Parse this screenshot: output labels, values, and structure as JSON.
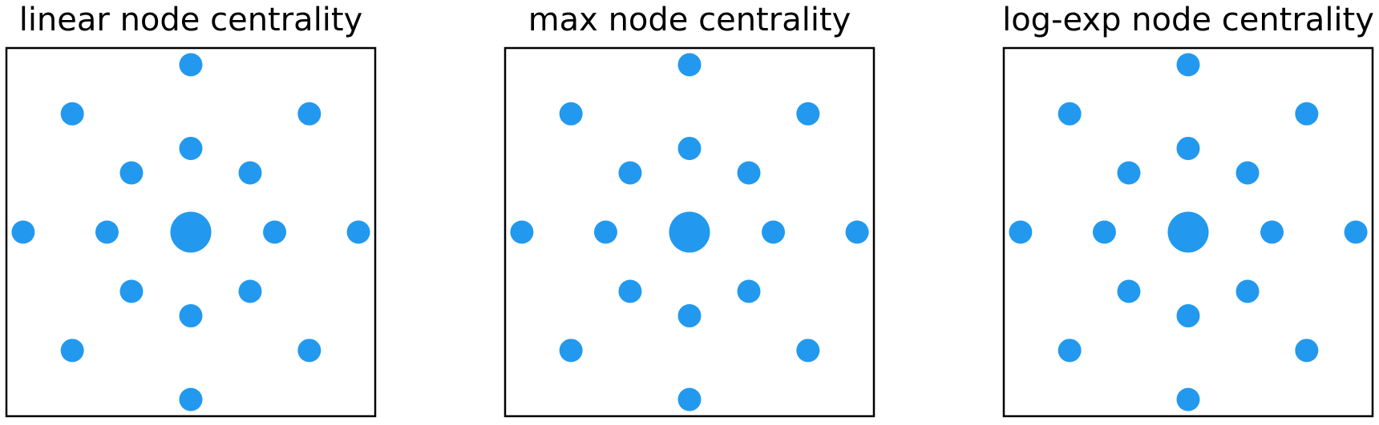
{
  "chart_data": [
    {
      "type": "scatter",
      "title": "linear node centrality",
      "xlim": [
        -1.1,
        1.1
      ],
      "ylim": [
        -1.1,
        1.1
      ],
      "grid": false,
      "color": "#2299ee",
      "nodes": [
        {
          "x": 0.0,
          "y": 0.0,
          "size": 3.1
        },
        {
          "x": 0.5,
          "y": 0.0,
          "size": 1
        },
        {
          "x": 0.354,
          "y": 0.354,
          "size": 1
        },
        {
          "x": 0.0,
          "y": 0.5,
          "size": 1
        },
        {
          "x": -0.354,
          "y": 0.354,
          "size": 1
        },
        {
          "x": -0.5,
          "y": 0.0,
          "size": 1
        },
        {
          "x": -0.354,
          "y": -0.354,
          "size": 1
        },
        {
          "x": 0.0,
          "y": -0.5,
          "size": 1
        },
        {
          "x": 0.354,
          "y": -0.354,
          "size": 1
        },
        {
          "x": 1.0,
          "y": 0.0,
          "size": 1
        },
        {
          "x": 0.707,
          "y": 0.707,
          "size": 1
        },
        {
          "x": 0.0,
          "y": 1.0,
          "size": 1
        },
        {
          "x": -0.707,
          "y": 0.707,
          "size": 1
        },
        {
          "x": -1.0,
          "y": 0.0,
          "size": 1
        },
        {
          "x": -0.707,
          "y": -0.707,
          "size": 1
        },
        {
          "x": 0.0,
          "y": -1.0,
          "size": 1
        },
        {
          "x": 0.707,
          "y": -0.707,
          "size": 1
        }
      ]
    },
    {
      "type": "scatter",
      "title": "max node centrality",
      "xlim": [
        -1.1,
        1.1
      ],
      "ylim": [
        -1.1,
        1.1
      ],
      "grid": false,
      "color": "#2299ee",
      "nodes": [
        {
          "x": 0.0,
          "y": 0.0,
          "size": 3.1
        },
        {
          "x": 0.5,
          "y": 0.0,
          "size": 1
        },
        {
          "x": 0.354,
          "y": 0.354,
          "size": 1
        },
        {
          "x": 0.0,
          "y": 0.5,
          "size": 1
        },
        {
          "x": -0.354,
          "y": 0.354,
          "size": 1
        },
        {
          "x": -0.5,
          "y": 0.0,
          "size": 1
        },
        {
          "x": -0.354,
          "y": -0.354,
          "size": 1
        },
        {
          "x": 0.0,
          "y": -0.5,
          "size": 1
        },
        {
          "x": 0.354,
          "y": -0.354,
          "size": 1
        },
        {
          "x": 1.0,
          "y": 0.0,
          "size": 1
        },
        {
          "x": 0.707,
          "y": 0.707,
          "size": 1
        },
        {
          "x": 0.0,
          "y": 1.0,
          "size": 1
        },
        {
          "x": -0.707,
          "y": 0.707,
          "size": 1
        },
        {
          "x": -1.0,
          "y": 0.0,
          "size": 1
        },
        {
          "x": -0.707,
          "y": -0.707,
          "size": 1
        },
        {
          "x": 0.0,
          "y": -1.0,
          "size": 1
        },
        {
          "x": 0.707,
          "y": -0.707,
          "size": 1
        }
      ]
    },
    {
      "type": "scatter",
      "title": "log-exp node centrality",
      "xlim": [
        -1.1,
        1.1
      ],
      "ylim": [
        -1.1,
        1.1
      ],
      "grid": false,
      "color": "#2299ee",
      "nodes": [
        {
          "x": 0.0,
          "y": 0.0,
          "size": 3.1
        },
        {
          "x": 0.5,
          "y": 0.0,
          "size": 1
        },
        {
          "x": 0.354,
          "y": 0.354,
          "size": 1
        },
        {
          "x": 0.0,
          "y": 0.5,
          "size": 1
        },
        {
          "x": -0.354,
          "y": 0.354,
          "size": 1
        },
        {
          "x": -0.5,
          "y": 0.0,
          "size": 1
        },
        {
          "x": -0.354,
          "y": -0.354,
          "size": 1
        },
        {
          "x": 0.0,
          "y": -0.5,
          "size": 1
        },
        {
          "x": 0.354,
          "y": -0.354,
          "size": 1
        },
        {
          "x": 1.0,
          "y": 0.0,
          "size": 1
        },
        {
          "x": 0.707,
          "y": 0.707,
          "size": 1
        },
        {
          "x": 0.0,
          "y": 1.0,
          "size": 1
        },
        {
          "x": -0.707,
          "y": 0.707,
          "size": 1
        },
        {
          "x": -1.0,
          "y": 0.0,
          "size": 1
        },
        {
          "x": -0.707,
          "y": -0.707,
          "size": 1
        },
        {
          "x": 0.0,
          "y": -1.0,
          "size": 1
        },
        {
          "x": 0.707,
          "y": -0.707,
          "size": 1
        }
      ]
    }
  ]
}
